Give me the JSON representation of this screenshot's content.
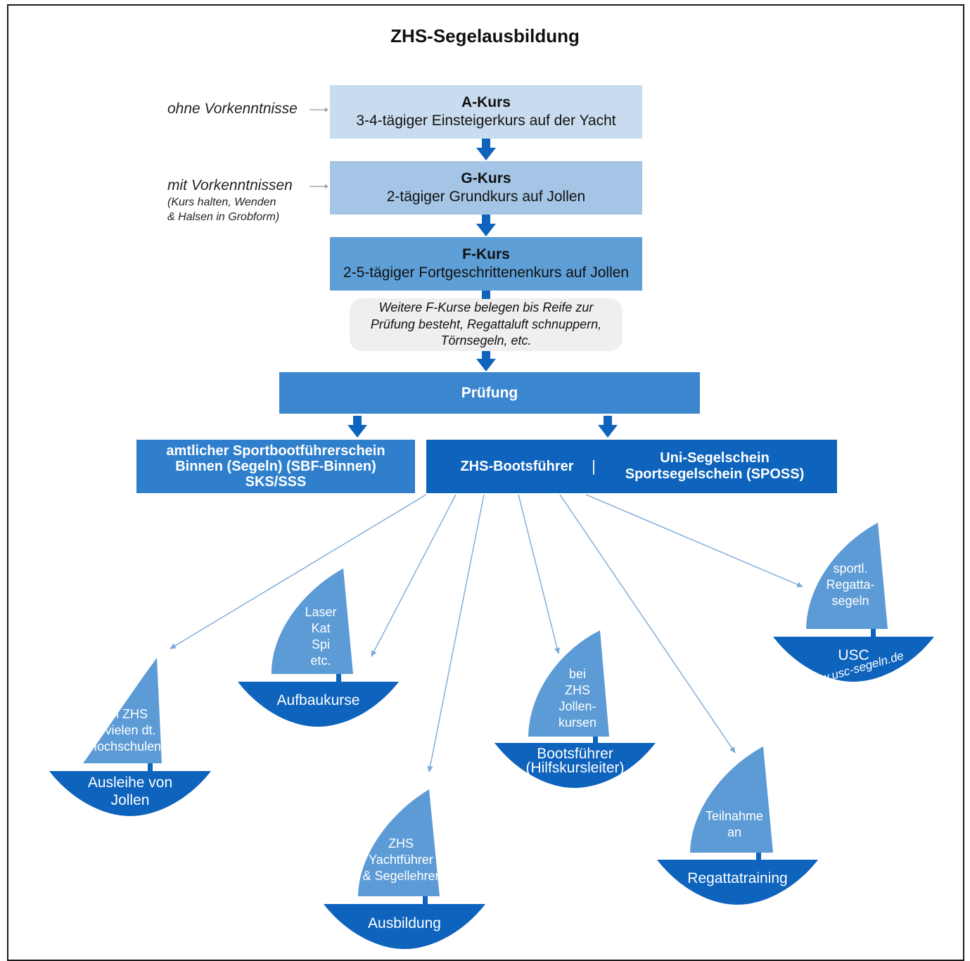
{
  "title": "ZHS-Segelausbildung",
  "colors": {
    "a_box": "#c9dcef",
    "g_box": "#a4c5e6",
    "f_box": "#5f9fd7",
    "pruefung": "#3b86cf",
    "certificates": "#2f7fcd",
    "zhs_box": "#0e63bd",
    "arrow": "#0e63bd",
    "line": "#7ca9d8",
    "sail": "#5c9bd5",
    "hull": "#0e63bd"
  },
  "side_labels": {
    "ohne": "ohne Vorkenntnisse",
    "mit": "mit Vorkenntnissen",
    "mit_detail_1": "(Kurs halten, Wenden",
    "mit_detail_2": "& Halsen in Grobform)"
  },
  "courses": {
    "a_kurs": {
      "title": "A-Kurs",
      "desc": "3-4-tägiger Einsteigerkurs auf der Yacht"
    },
    "g_kurs": {
      "title": "G-Kurs",
      "desc": "2-tägiger Grundkurs auf Jollen"
    },
    "f_kurs": {
      "title": "F-Kurs",
      "desc": "2-5-tägiger Fortgeschrittenenkurs auf Jollen"
    }
  },
  "note": {
    "line1": "Weitere F-Kurse belegen bis Reife zur",
    "line2": "Prüfung besteht, Regattaluft schnuppern,",
    "line3": "Törnsegeln, etc."
  },
  "pruefung": "Prüfung",
  "certificates": {
    "amtlich_line1": "amtlicher Sportbootführerschein",
    "amtlich_line2": "Binnen (Segeln) (SBF-Binnen)",
    "amtlich_line3": "SKS/SSS",
    "zhs": "ZHS-Bootsführer",
    "separator": "|",
    "uni_line1": "Uni-Segelschein",
    "uni_line2": "Sportsegelschein (SPOSS)"
  },
  "boats": [
    {
      "sail": [
        "am ZHS",
        "& vielen dt.",
        "Hochschulen"
      ],
      "hull": [
        "Ausleihe von",
        "Jollen"
      ]
    },
    {
      "sail": [
        "Laser",
        "Kat",
        "Spi",
        "etc."
      ],
      "hull": [
        "Aufbaukurse"
      ]
    },
    {
      "sail": [
        "ZHS",
        "Yachtführer",
        "& Segellehrer"
      ],
      "hull": [
        "Ausbildung"
      ]
    },
    {
      "sail": [
        "bei",
        "ZHS",
        "Jollen-",
        "kursen"
      ],
      "hull": [
        "Bootsführer",
        "(Hilfskursleiter)"
      ]
    },
    {
      "sail": [
        "Teilnahme",
        "an"
      ],
      "hull": [
        "Regattatraining"
      ]
    },
    {
      "sail": [
        "sportl.",
        "Regatta-",
        "segeln"
      ],
      "hull": [
        "USC"
      ],
      "url": "www.usc-segeln.de"
    }
  ]
}
